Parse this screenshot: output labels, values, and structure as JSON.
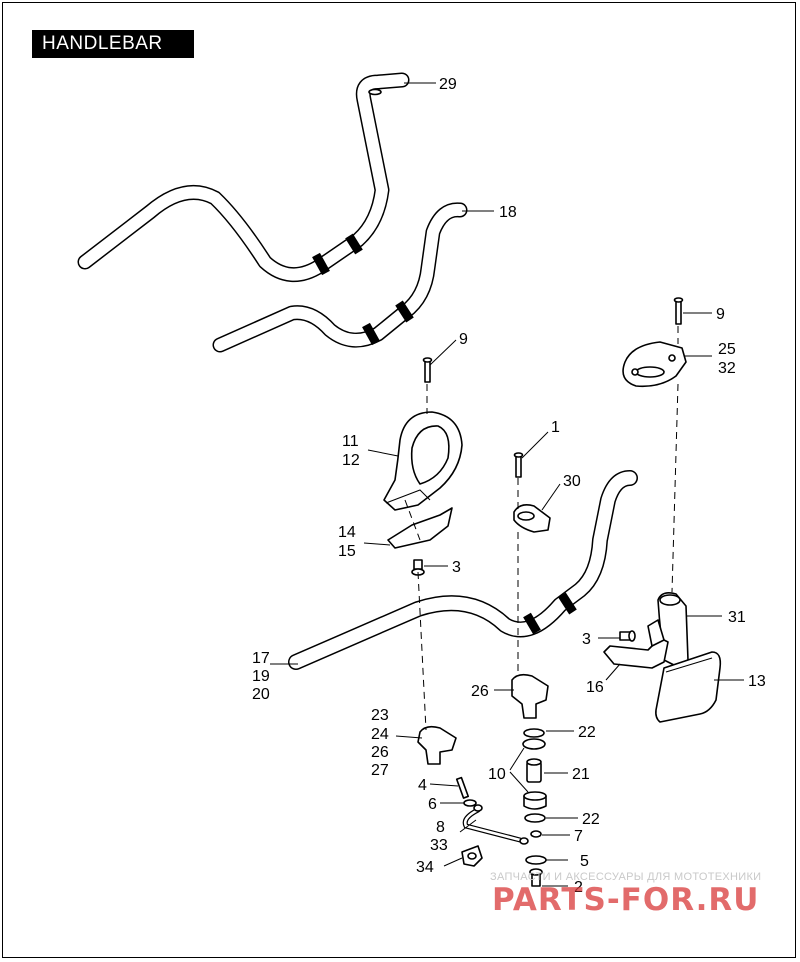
{
  "title": "HANDLEBAR",
  "callouts": {
    "c29": "29",
    "c18": "18",
    "c9a": "9",
    "c9b": "9",
    "c25": "25",
    "c32": "32",
    "c11": "11",
    "c12": "12",
    "c1": "1",
    "c30": "30",
    "c14": "14",
    "c15": "15",
    "c3a": "3",
    "c31": "31",
    "c3b": "3",
    "c16": "16",
    "c13": "13",
    "c17": "17",
    "c19": "19",
    "c20": "20",
    "c26a": "26",
    "c23": "23",
    "c24": "24",
    "c26b": "26",
    "c27": "27",
    "c22a": "22",
    "c10": "10",
    "c21": "21",
    "c4": "4",
    "c6": "6",
    "c22b": "22",
    "c8": "8",
    "c33": "33",
    "c7": "7",
    "c34": "34",
    "c5": "5",
    "c2": "2"
  },
  "watermark": {
    "tagline": "ЗАПЧАСТИ И АКСЕССУАРЫ ДЛЯ МОТОТЕХНИКИ",
    "brand": "PARTS-FOR.RU"
  }
}
